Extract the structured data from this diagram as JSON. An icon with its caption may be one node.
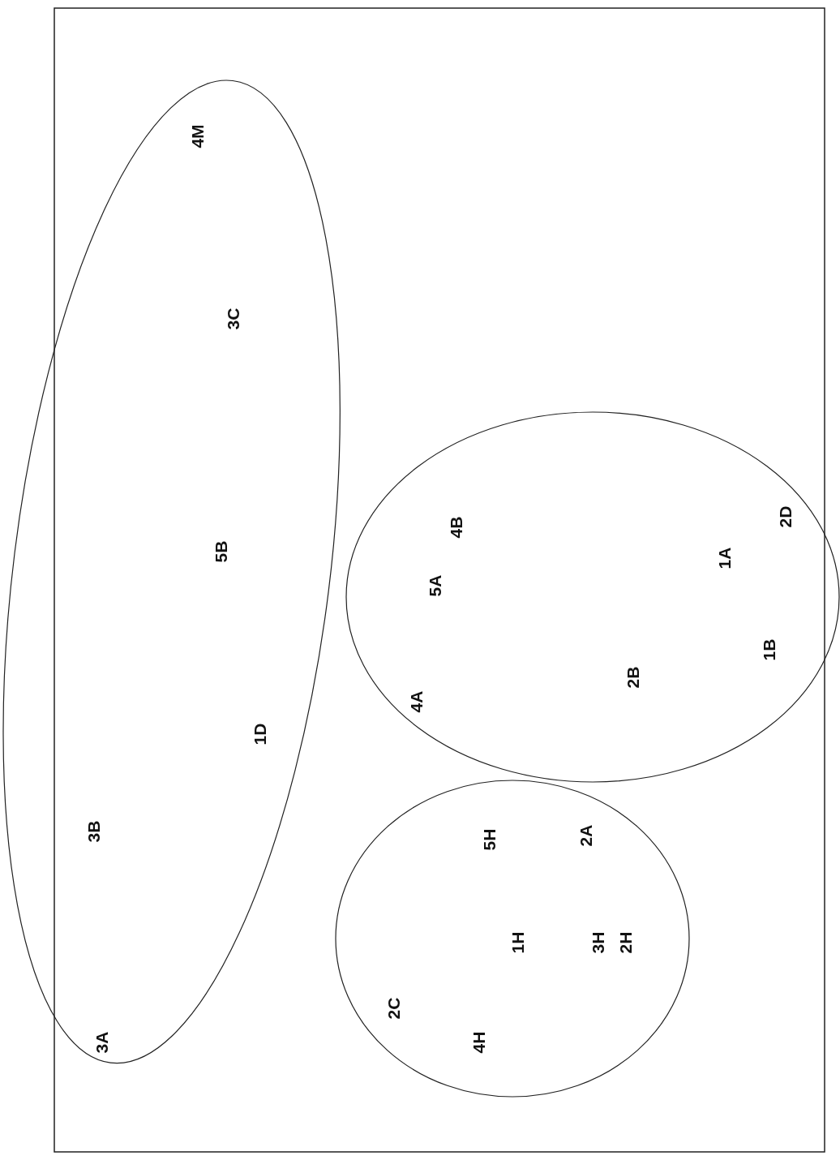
{
  "diagram": {
    "nodes": [
      {
        "text": [
          "4M",
          "3C",
          "5B",
          "1D",
          "3B",
          "3A"
        ]
      },
      {
        "text": [
          "4B",
          "5A",
          "2D",
          "1A",
          "1B",
          "2B",
          "4A"
        ]
      },
      {
        "text": [
          "5H",
          "2A",
          "1H",
          "3H",
          "2H",
          "2C",
          "4H"
        ]
      }
    ]
  }
}
